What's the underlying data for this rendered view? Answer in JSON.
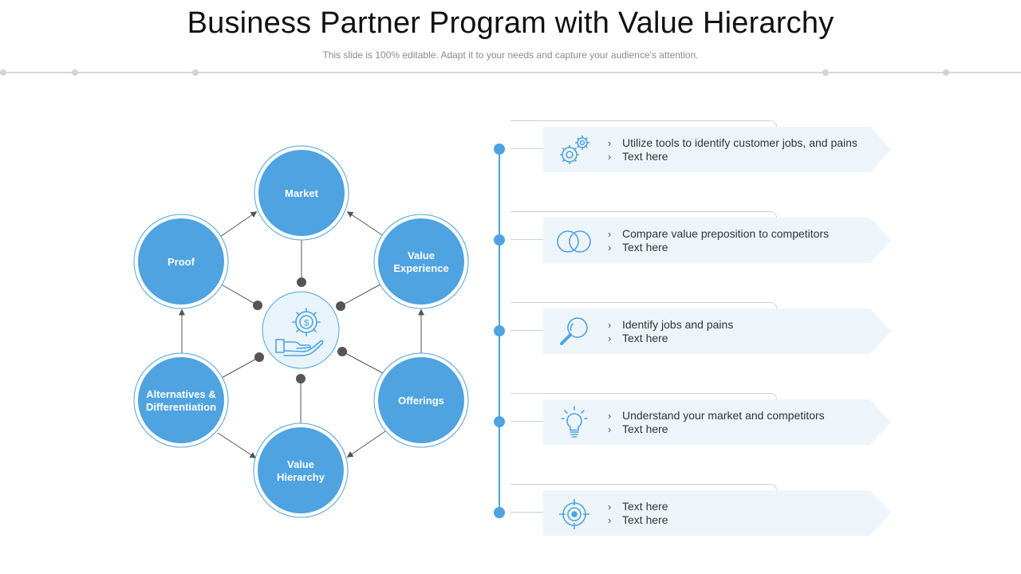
{
  "header": {
    "title": "Business Partner Program with Value Hierarchy",
    "subtitle": "This slide is 100% editable. Adapt it to your needs and capture your audience's attention."
  },
  "colors": {
    "primary": "#4ea3e0",
    "ring": "#4ea3e0",
    "center_fill": "#e8f3fb",
    "connector": "#555555",
    "timeline": "#4ea3e0",
    "item_bg": "#edf5fb"
  },
  "hub": {
    "center_icon": "dollar-gear-hand-icon",
    "nodes": [
      {
        "label_lines": [
          "Market"
        ]
      },
      {
        "label_lines": [
          "Value",
          "Experience"
        ]
      },
      {
        "label_lines": [
          "Offerings"
        ]
      },
      {
        "label_lines": [
          "Value",
          "Hierarchy"
        ]
      },
      {
        "label_lines": [
          "Alternatives &",
          "Differentiation"
        ]
      },
      {
        "label_lines": [
          "Proof"
        ]
      }
    ]
  },
  "items": [
    {
      "icon": "gears-icon",
      "lines": [
        "Utilize  tools to identify customer jobs, and pains",
        "Text here"
      ]
    },
    {
      "icon": "overlapping-circles-icon",
      "lines": [
        "Compare value preposition to competitors",
        "Text here"
      ]
    },
    {
      "icon": "magnifier-icon",
      "lines": [
        "Identify jobs and pains",
        "Text here"
      ]
    },
    {
      "icon": "lightbulb-icon",
      "lines": [
        "Understand your market and competitors",
        "Text here"
      ]
    },
    {
      "icon": "target-icon",
      "lines": [
        "Text here",
        "Text here"
      ]
    }
  ],
  "bullet": "›"
}
